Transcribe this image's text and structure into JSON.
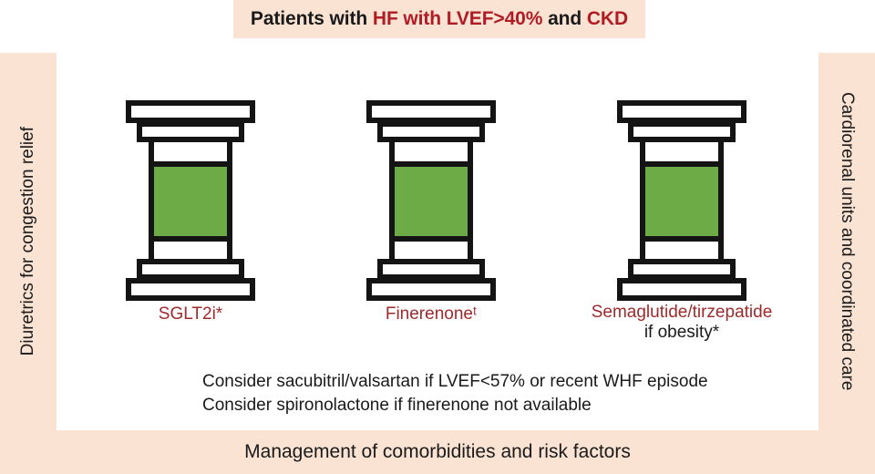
{
  "title": {
    "prefix": "Patients with ",
    "red_1": "HF with LVEF>40%",
    "mid": " and ",
    "red_2": "CKD"
  },
  "rails": {
    "left_label": "Diuretrics for congestion relief",
    "right_label": "Cardiorenal units and coordinated care"
  },
  "pillars": [
    {
      "drug": "SGLT2i*",
      "note": ""
    },
    {
      "drug": "Finerenoneᵗ",
      "note": ""
    },
    {
      "drug": "Semaglutide/tirzepatide",
      "note": "if obesity*"
    }
  ],
  "notes": {
    "line_1": "Consider sacubitril/valsartan if LVEF<57% or recent WHF episode",
    "line_2": "Consider spironolactone if finerenone not available"
  },
  "footer": {
    "label": "Management of comorbidities and risk factors"
  },
  "colors": {
    "band_peach": "#fbe3d4",
    "title_red": "#b01c24",
    "drug_red": "#9e2a2b",
    "pillar_green": "#6cab46",
    "pillar_outline": "#141414",
    "text_black": "#1a1a1a"
  }
}
